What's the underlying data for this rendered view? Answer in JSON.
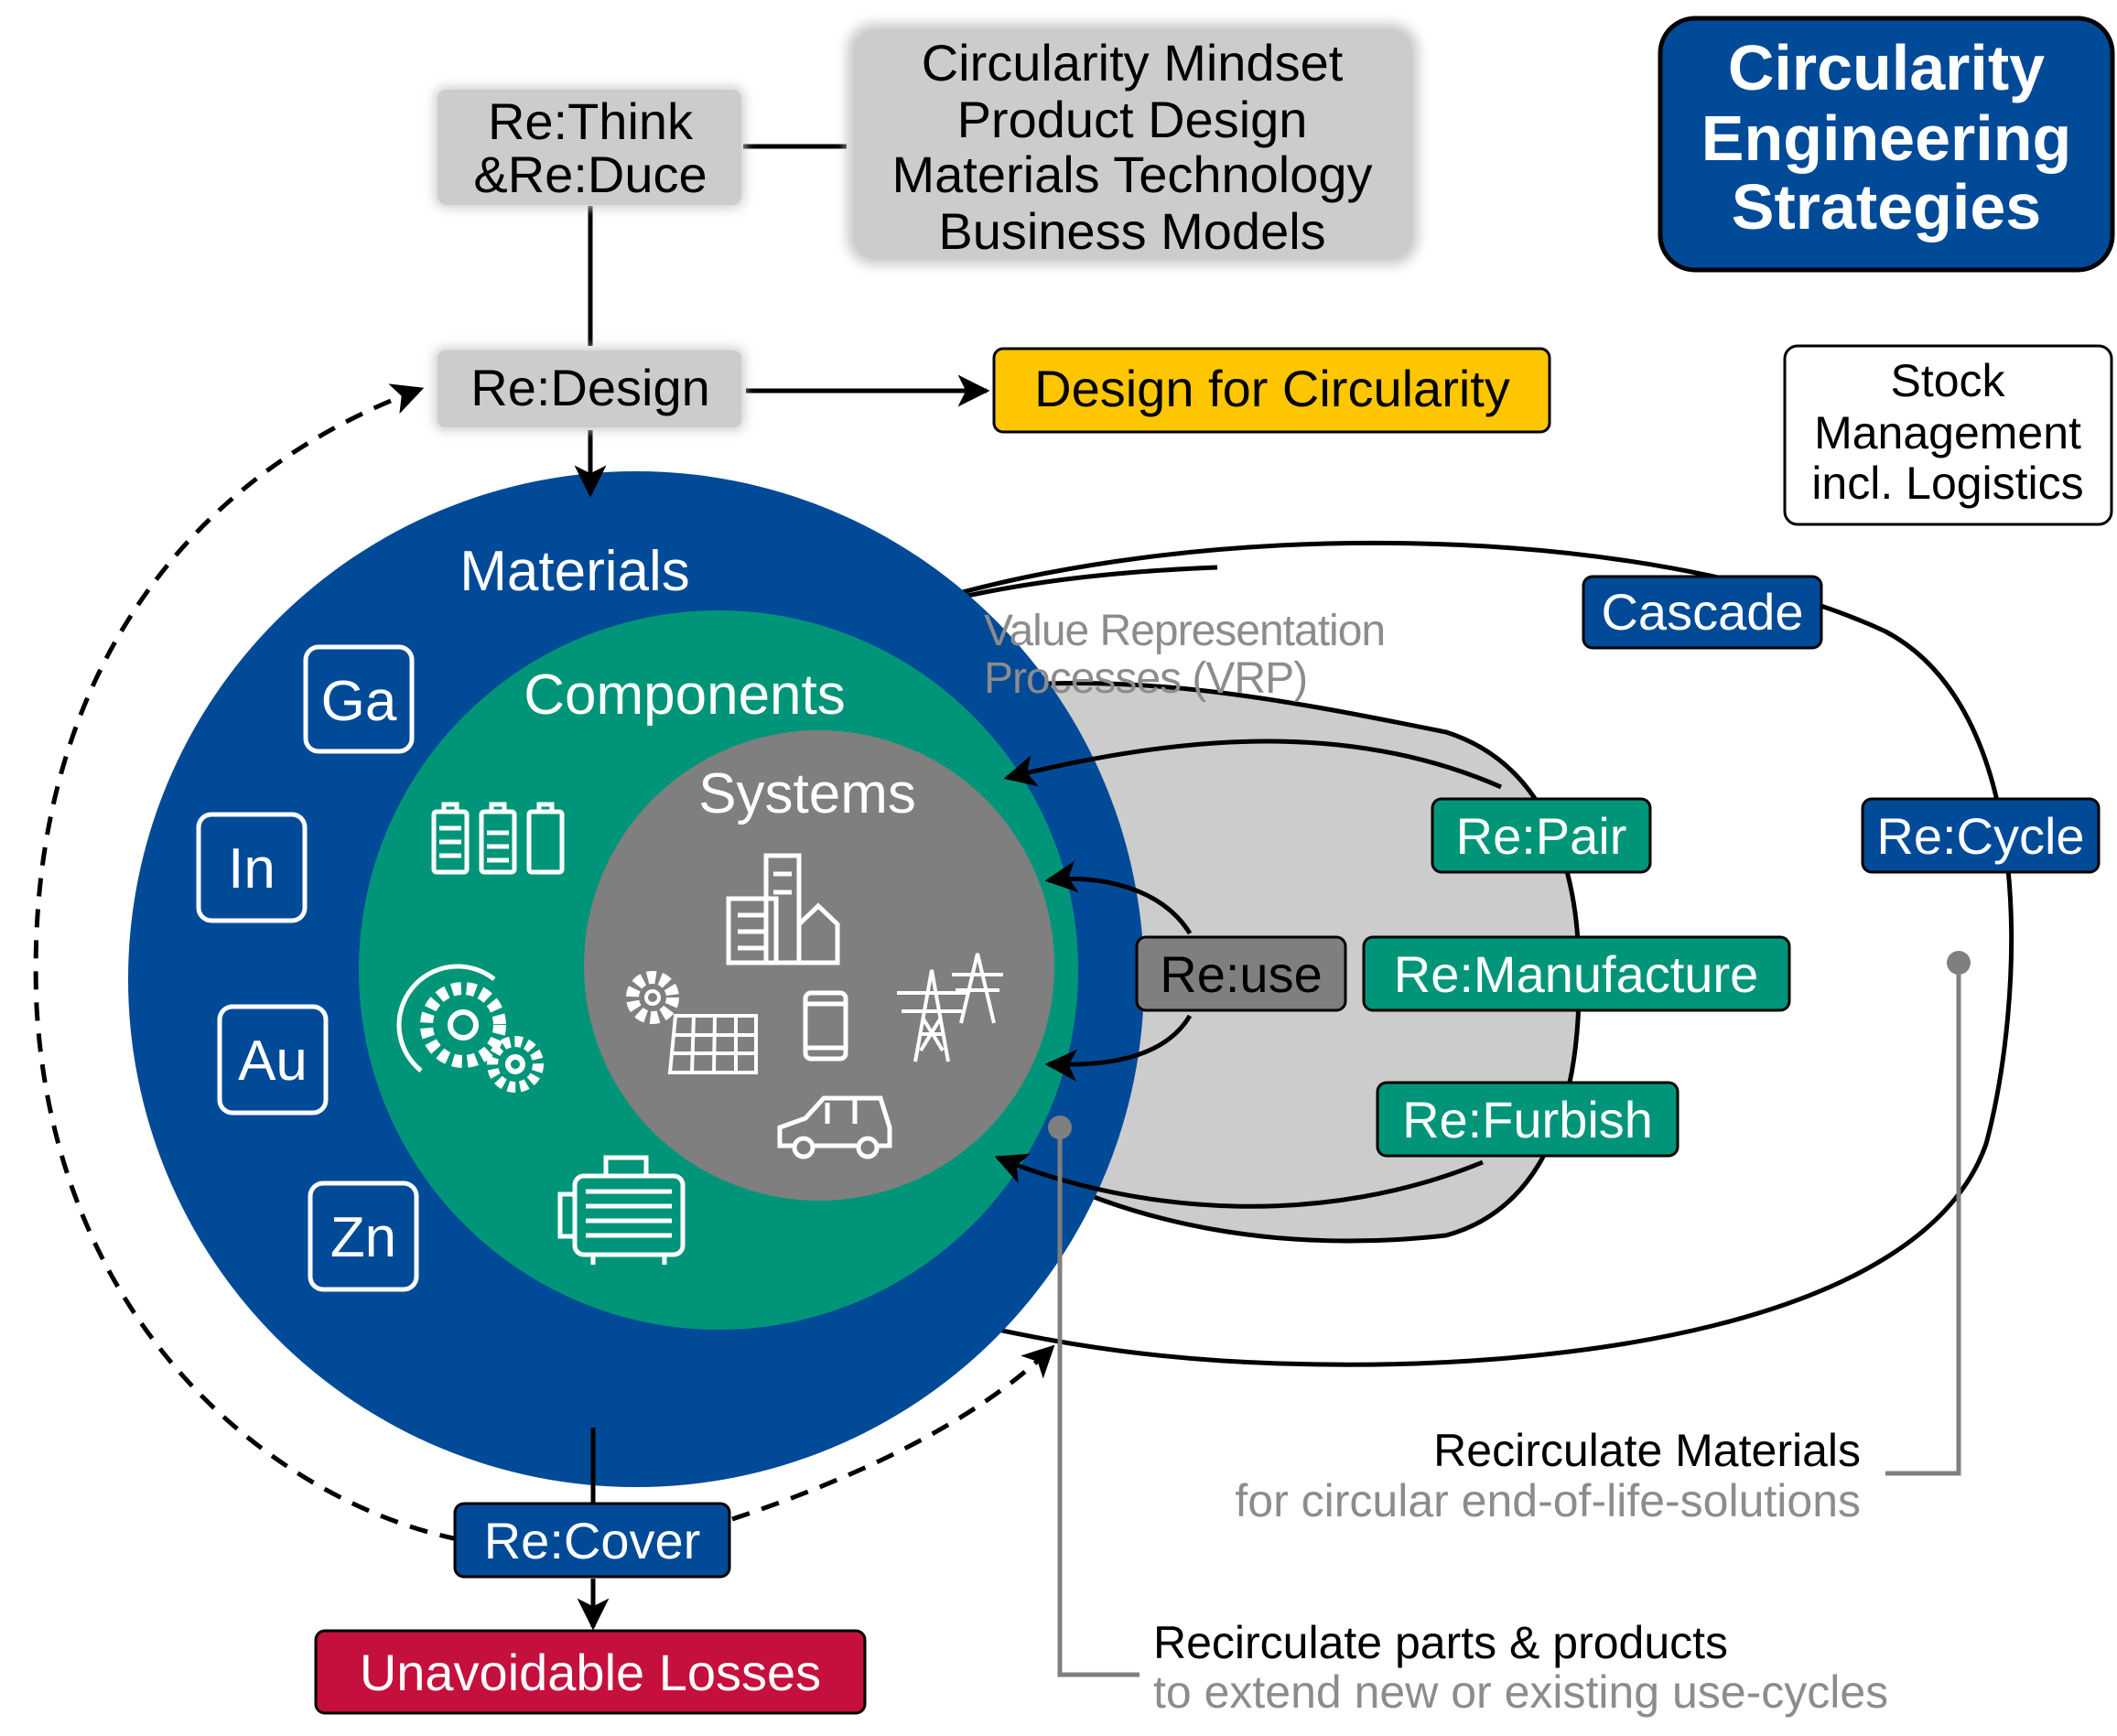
{
  "title": {
    "lines": [
      "Circularity",
      "Engineering",
      "Strategies"
    ]
  },
  "rethink": {
    "lines": [
      "Re:Think",
      "&Re:Duce"
    ]
  },
  "mindset": {
    "lines": [
      "Circularity Mindset",
      "Product Design",
      "Materials Technology",
      "Business Models"
    ]
  },
  "redesign": "Re:Design",
  "design_for_circularity": "Design for Circularity",
  "stock": {
    "lines": [
      "Stock",
      "Management",
      "incl. Logistics"
    ]
  },
  "layers": {
    "materials": "Materials",
    "components": "Components",
    "systems": "Systems"
  },
  "elements": [
    "Ga",
    "In",
    "Au",
    "Zn"
  ],
  "vrp": {
    "lines": [
      "Value Representation",
      "Processes (VRP)"
    ]
  },
  "strategies": {
    "cascade": "Cascade",
    "recycle": "Re:Cycle",
    "repair": "Re:Pair",
    "reuse": "Re:use",
    "remanufacture": "Re:Manufacture",
    "refurbish": "Re:Furbish",
    "recover": "Re:Cover"
  },
  "losses": "Unavoidable Losses",
  "recirc_materials": {
    "title": "Recirculate Materials",
    "subtitle": "for circular end-of-life-solutions"
  },
  "recirc_parts": {
    "title": "Recirculate parts & products",
    "subtitle": "to extend new or existing use-cycles"
  },
  "colors": {
    "blue": "#004a98",
    "green": "#009578",
    "gray": "#7f7f7f",
    "light_gray": "#cccccc",
    "yellow": "#fdc600",
    "red": "#c50f3c"
  },
  "icons": [
    "batteries-icon",
    "gears-icon",
    "motor-icon",
    "buildings-icon",
    "gear-icon",
    "solar-panel-icon",
    "smartphone-icon",
    "power-tower-icon",
    "car-icon"
  ]
}
